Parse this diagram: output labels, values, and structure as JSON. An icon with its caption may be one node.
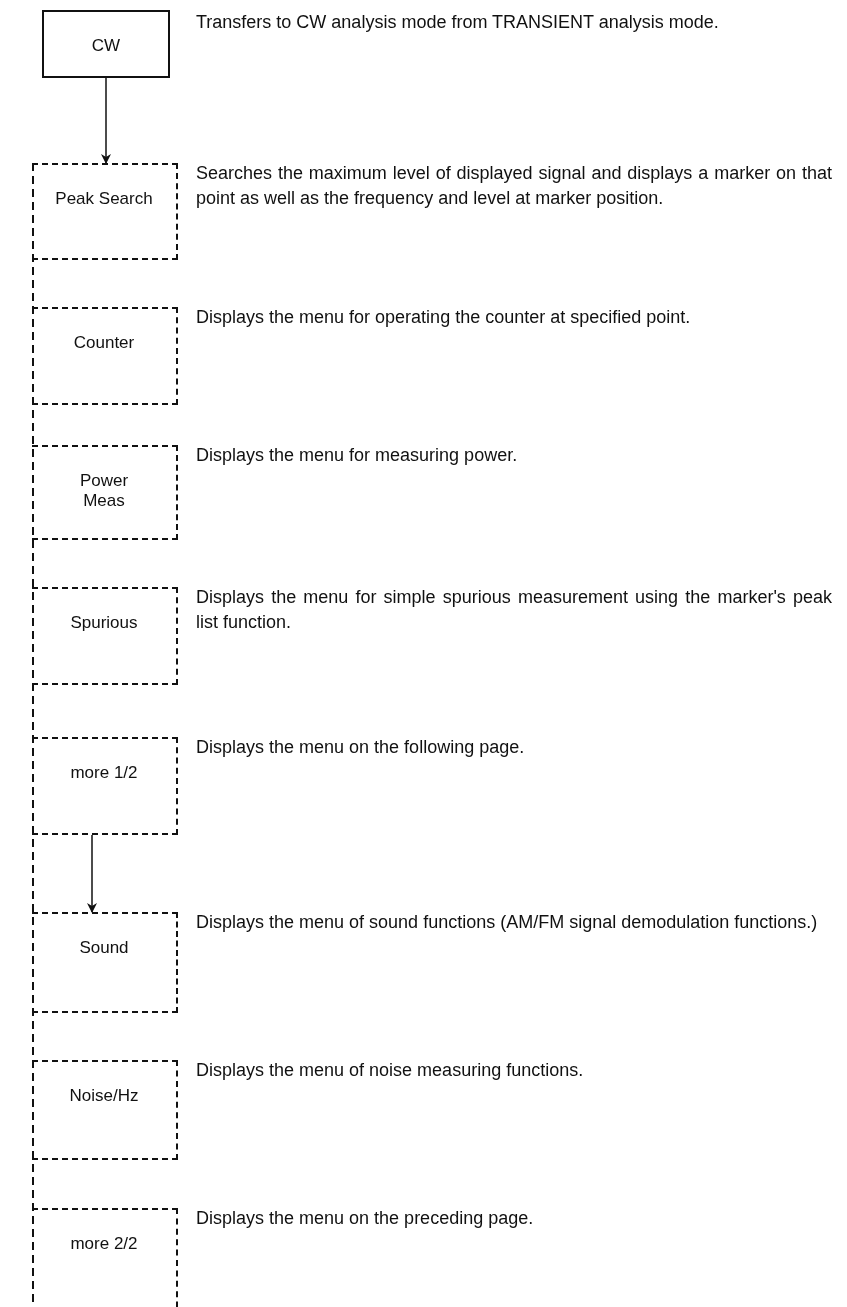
{
  "diagram": {
    "nodes": [
      {
        "text": [
          "CW"
        ],
        "beside": [
          "Transfers to CW analysis mode from TRANSIENT analysis mode."
        ]
      },
      {
        "text": [
          "Peak Search"
        ],
        "beside": [
          "Searches the maximum level of displayed signal and displays a marker on that point as well as the frequency and level at marker position."
        ]
      },
      {
        "text": [
          "Counter"
        ],
        "beside": [
          "Displays the menu for operating the counter at specified point."
        ]
      },
      {
        "text": [
          "Power Meas"
        ],
        "beside": [
          "Displays the menu for measuring power."
        ]
      },
      {
        "text": [
          "Spurious"
        ],
        "beside": [
          "Displays the menu for simple spurious measurement using the marker's peak list function."
        ]
      },
      {
        "text": [
          "more 1/2"
        ],
        "beside": [
          "Displays the menu on the following page."
        ]
      },
      {
        "text": [
          "Sound"
        ],
        "beside": [
          "Displays the menu of sound functions (AM/FM signal demodulation functions.)"
        ]
      },
      {
        "text": [
          "Noise/Hz"
        ],
        "beside": [
          "Displays the menu of noise measuring functions."
        ]
      },
      {
        "text": [
          "more 2/2"
        ],
        "beside": [
          "Displays the menu on the preceding page."
        ]
      }
    ],
    "edges": [
      {
        "from": 0,
        "to": 1,
        "arrow": "to"
      },
      {
        "from": 5,
        "to": 6,
        "arrow": "to"
      }
    ]
  }
}
